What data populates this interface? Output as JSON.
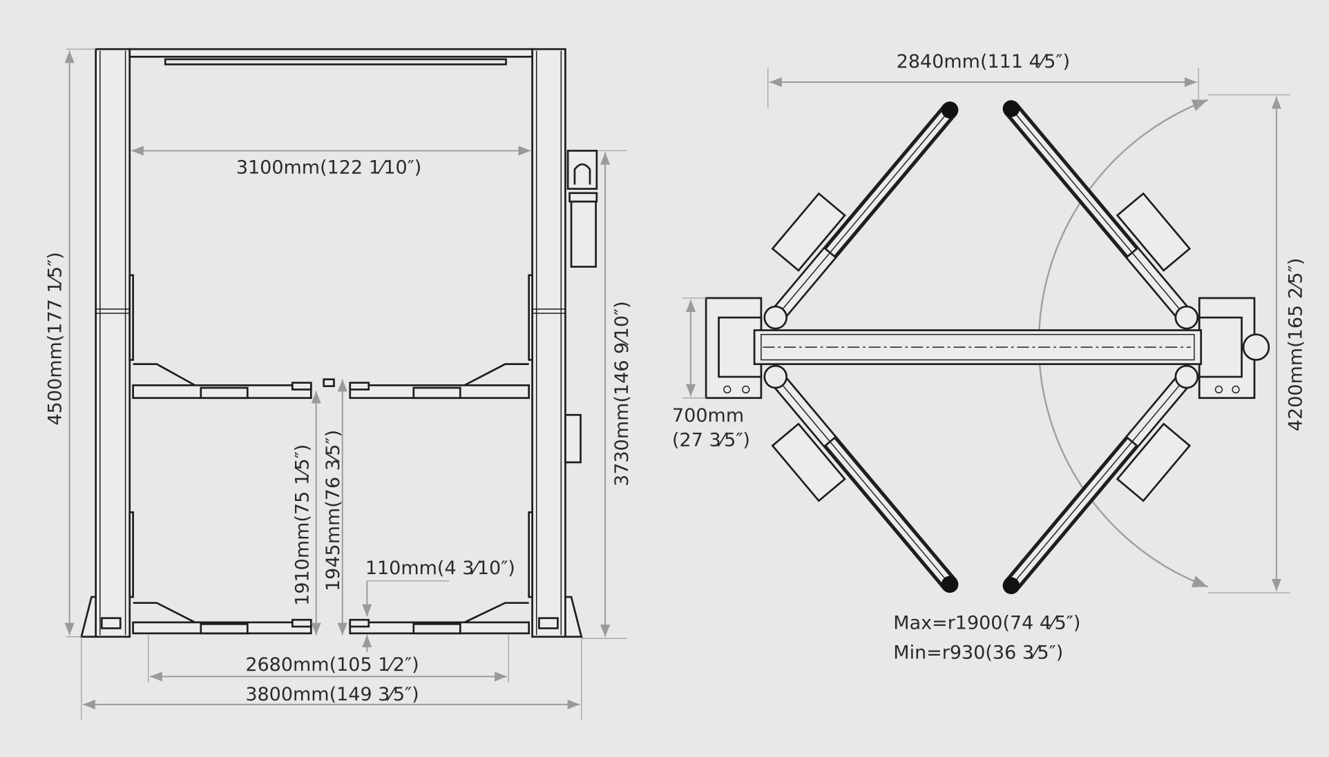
{
  "front_view": {
    "height_total": "4500mm(177 1⁄5″)",
    "inner_width": "3100mm(122 1⁄10″)",
    "column_height": "3730mm(146 9⁄10″)",
    "max_lift_1": "1910mm(75 1⁄5″)",
    "max_lift_2": "1945mm(76 3⁄5″)",
    "min_height": "110mm(4 3⁄10″)",
    "drive_through": "2680mm(105 1⁄2″)",
    "overall_width": "3800mm(149 3⁄5″)"
  },
  "top_view": {
    "arm_span": "2840mm(111 4⁄5″)",
    "base_depth_mm": "700mm",
    "base_depth_in": "(27 3⁄5″)",
    "overall_depth": "4200mm(165 2⁄5″)",
    "max_radius": "Max=r1900(74 4⁄5″)",
    "min_radius": "Min=r930(36 3⁄5″)"
  },
  "colors": {
    "background": "#e8e8e8",
    "line": "#1e1e1e",
    "dimension": "#9a9a9a"
  }
}
